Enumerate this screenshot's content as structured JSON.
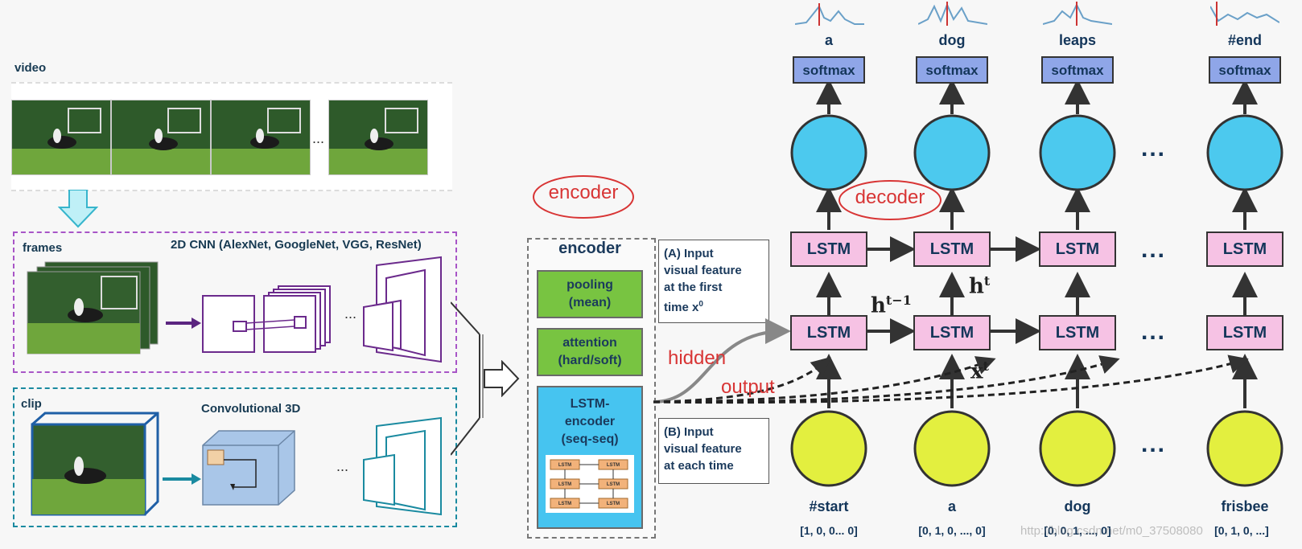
{
  "video": {
    "label": "video",
    "ellipsis": "..."
  },
  "frames_panel": {
    "label": "frames",
    "title": "2D CNN (AlexNet, GoogleNet, VGG, ResNet)",
    "ellipsis": "..."
  },
  "clip_panel": {
    "label": "clip",
    "title": "Convolutional 3D",
    "ellipsis": "..."
  },
  "encoder": {
    "tag": "encoder",
    "title": "encoder",
    "pooling": [
      "pooling",
      "(mean)"
    ],
    "attention": [
      "attention",
      "(hard/soft)"
    ],
    "lstm_encoder": [
      "LSTM-",
      "encoder",
      "(seq-seq)"
    ],
    "mini_lstm_label": "LSTM"
  },
  "notes": {
    "a_lines": [
      "(A) Input",
      "visual feature",
      "at the first",
      "time x"
    ],
    "a_sup": "0",
    "b_lines": [
      "(B) Input",
      "visual feature",
      "at each time"
    ]
  },
  "decoder": {
    "tag": "decoder",
    "softmax_label": "softmax",
    "lstm_label": "LSTM",
    "outputs": [
      "a",
      "dog",
      "leaps",
      "#end"
    ],
    "inputs": [
      "#start",
      "a",
      "dog",
      "frisbee"
    ],
    "vectors": [
      "[1, 0, 0... 0]",
      "[0, 1, 0, ..., 0]",
      "[0, 0, 1, ..., 0]",
      "[0, 1, 0, ...]"
    ],
    "ellipsis": "...",
    "h_prev": "h",
    "h_prev_sup": "t−1",
    "h_cur": "h",
    "h_cur_sup": "t",
    "x_cur": "x",
    "x_cur_sup": "t",
    "hidden_label": "hidden",
    "output_label": "output"
  },
  "watermark": "http://blog.csdn.net/m0_37508080",
  "colors": {
    "softmax": "#8fa6e8",
    "lstm": "#f6c2e4",
    "hidden_node": "#4cc9ee",
    "input_node": "#e3ef3f",
    "pooling": "#78c441",
    "lstm_encoder": "#46c4f0",
    "purple": "#a855c7",
    "teal": "#1a8aa0",
    "red_text": "#d83535"
  }
}
